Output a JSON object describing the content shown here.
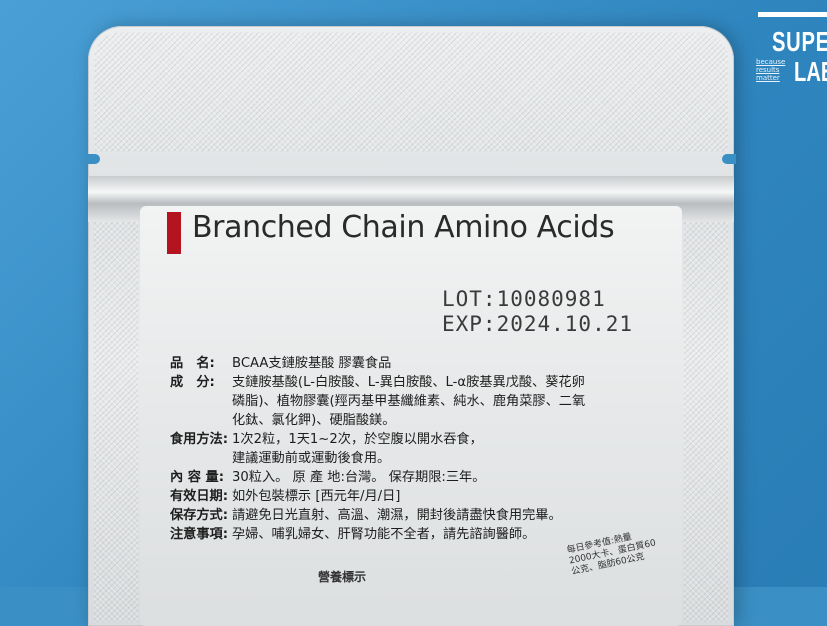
{
  "product": {
    "title": "Branched Chain Amino Acids",
    "lot": "LOT:10080981",
    "exp": "EXP:2024.10.21"
  },
  "label": {
    "rows": [
      {
        "key": "品　名:",
        "value": "BCAA支鏈胺基酸 膠囊食品"
      },
      {
        "key": "成　分:",
        "value": "支鏈胺基酸(L-白胺酸、L-異白胺酸、L-α胺基異戊酸、葵花卵"
      },
      {
        "cont": "磷脂)、植物膠囊(羥丙基甲基纖維素、純水、鹿角菜膠、二氧"
      },
      {
        "cont": "化鈦、氯化鉀)、硬脂酸鎂。"
      },
      {
        "key": "食用方法:",
        "value": "1次2粒，1天1~2次，於空腹以開水吞食，"
      },
      {
        "cont": "建議運動前或運動後食用。"
      },
      {
        "key": "內 容 量:",
        "value": "30粒入。 原 產 地:台灣。 保存期限:三年。"
      },
      {
        "key": "有效日期:",
        "value": "如外包裝標示 [西元年/月/日]"
      },
      {
        "key": "保存方式:",
        "value": "請避免日光直射、高溫、潮濕，開封後請盡快食用完畢。"
      },
      {
        "key": "注意事項:",
        "value": "孕婦、哺乳婦女、肝腎功能不全者，請先諮詢醫師。"
      }
    ],
    "nutrition_heading": "營養標示",
    "side_note": [
      "每日參考值:熱量",
      "2000大卡、蛋白質60",
      "公克、脂肪60公克"
    ]
  },
  "brand": {
    "name_top": "SUPER",
    "name_bottom": "LAB",
    "tagline": [
      "because",
      "results",
      "matter"
    ],
    "color": "#ffffff"
  },
  "colors": {
    "background": "#3a8fc4",
    "accent_red": "#b3141f",
    "pouch": "#e6e8e9"
  }
}
